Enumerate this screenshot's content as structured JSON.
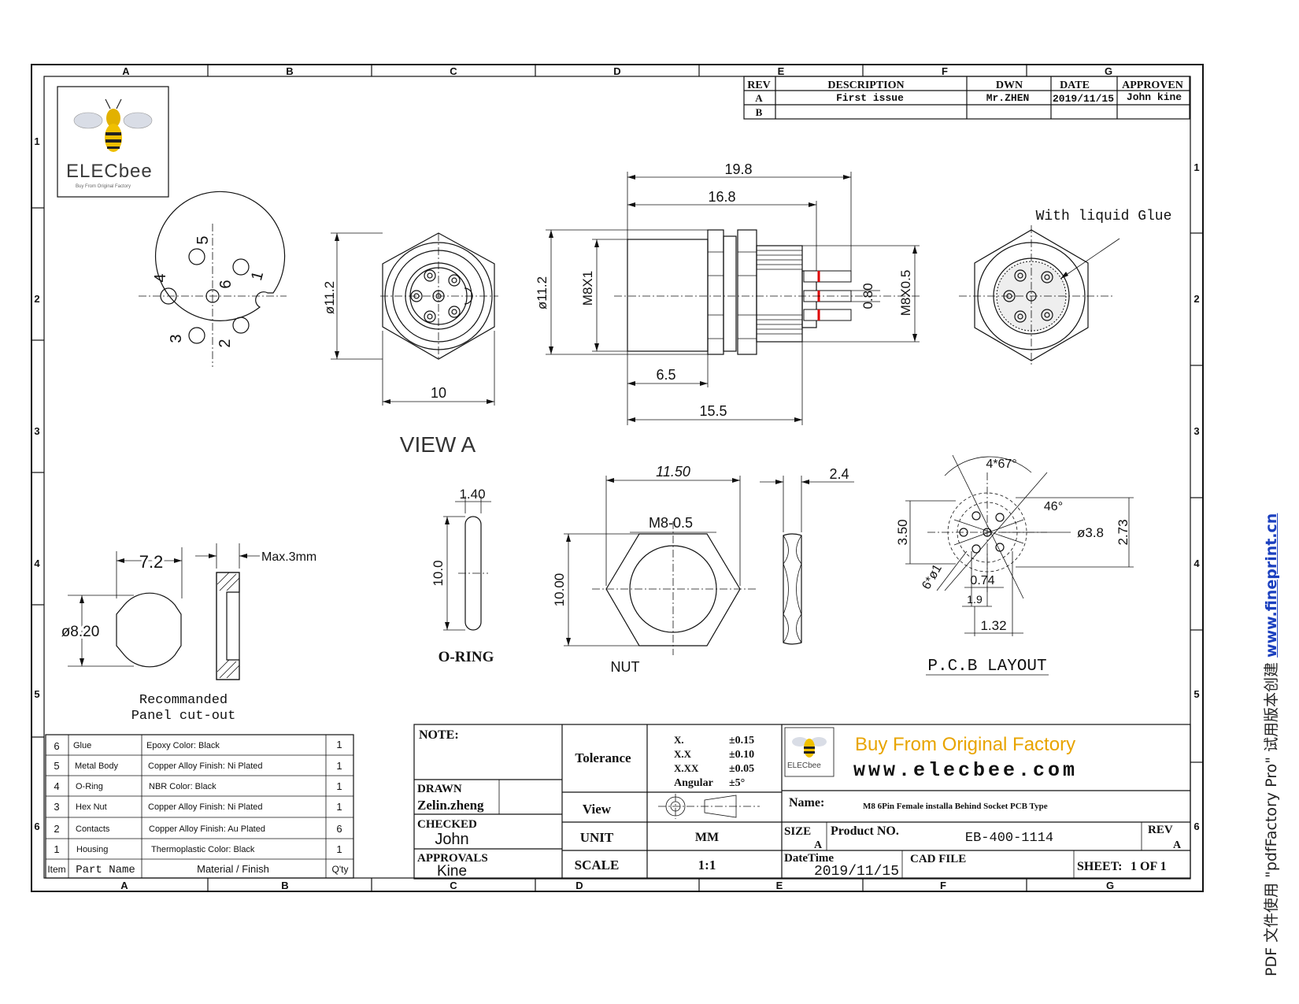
{
  "frame": {
    "col_letters": [
      "A",
      "B",
      "C",
      "D",
      "E",
      "F",
      "G"
    ],
    "bottom_col_letters": [
      "A",
      "B",
      "C",
      "D",
      "E",
      "F",
      "G"
    ],
    "row_numbers": [
      "1",
      "2",
      "3",
      "4",
      "5",
      "6"
    ]
  },
  "logo": {
    "brand": "ELECbee",
    "tagline": "Buy From Original Factory"
  },
  "revision_table": {
    "headers": [
      "REV",
      "DESCRIPTION",
      "DWN",
      "DATE",
      "APPROVEN"
    ],
    "rows": [
      [
        "A",
        "First issue",
        "Mr.ZHEN",
        "2019/11/15",
        "John kine"
      ],
      [
        "B",
        "",
        "",
        "",
        ""
      ]
    ]
  },
  "dimensions": {
    "pin_labels": [
      "1",
      "2",
      "3",
      "4",
      "5",
      "6"
    ],
    "view_a_dia": "ø11.2",
    "view_a_width": "10",
    "view_a_title": "VIEW  A",
    "side_total": "19.8",
    "side_body": "16.8",
    "side_dia": "ø11.2",
    "side_thread": "M8X1",
    "side_pin": "0.80",
    "side_rear_thread": "M8X0.5",
    "side_front": "6.5",
    "side_len": "15.5",
    "glue_note": "With liquid Glue",
    "cutout_width": "7.2",
    "cutout_max": "Max.3mm",
    "cutout_dia": "ø8.20",
    "cutout_caption_1": "Recommanded",
    "cutout_caption_2": "Panel cut-out",
    "oring_width": "1.40",
    "oring_len": "10.0",
    "oring_title": "O-RING",
    "nut_width": "11.50",
    "nut_thread": "M8-0.5",
    "nut_height": "10.00",
    "nut_thick": "2.4",
    "nut_title": "NUT",
    "pcb_angle": "4*67°",
    "pcb_angle2": "46°",
    "pcb_dia": "ø3.8",
    "pcb_h1": "3.50",
    "pcb_h2": "2.73",
    "pcb_holes": "6*ø1",
    "pcb_w1": "0.74",
    "pcb_w2": "1.9",
    "pcb_w3": "1.32",
    "pcb_title": "P.C.B  LAYOUT"
  },
  "bom": {
    "headers": [
      "Item",
      "Part Name",
      "Material / Finish",
      "Q'ty"
    ],
    "rows": [
      [
        "6",
        "Glue",
        "Epoxy Color: Black",
        "1"
      ],
      [
        "5",
        "Metal Body",
        "Copper Alloy Finish: Ni Plated",
        "1"
      ],
      [
        "4",
        "O-Ring",
        "NBR Color: Black",
        "1"
      ],
      [
        "3",
        "Hex Nut",
        "Copper Alloy Finish: Ni Plated",
        "1"
      ],
      [
        "2",
        "Contacts",
        "Copper Alloy Finish: Au Plated",
        "6"
      ],
      [
        "1",
        "Housing",
        "Thermoplastic Color: Black",
        "1"
      ]
    ]
  },
  "title_block": {
    "note_label": "NOTE:",
    "drawn_label": "DRAWN",
    "drawn_value": "Zelin.zheng",
    "checked_label": "CHECKED",
    "checked_value": "John",
    "approvals_label": "APPROVALS",
    "approvals_value": "Kine",
    "tolerance_label": "Tolerance",
    "tol_rows": [
      [
        "X.",
        "±0.15"
      ],
      [
        "X.X",
        "±0.10"
      ],
      [
        "X.XX",
        "±0.05"
      ],
      [
        "Angular",
        "±5°"
      ]
    ],
    "view_label": "View",
    "unit_label": "UNIT",
    "unit_value": "MM",
    "scale_label": "SCALE",
    "scale_value": "1:1",
    "slogan": "Buy From Original  Factory",
    "website": "www.elecbee.com",
    "name_label": "Name:",
    "name_value": "M8 6Pin Female installa Behind Socket PCB Type",
    "size_label": "SIZE",
    "size_value": "A",
    "product_label": "Product NO.",
    "product_value": "EB-400-1114",
    "rev_label": "REV",
    "rev_value": "A",
    "datetime_label": "DateTime",
    "datetime_value": "2019/11/15",
    "cad_label": "CAD FILE",
    "sheet_label": "SHEET:",
    "sheet_value": "1 OF 1"
  },
  "watermark": {
    "text": "PDF 文件使用 \"pdfFactory Pro\" 试用版本创建 ",
    "link": "www.fineprint.cn"
  }
}
